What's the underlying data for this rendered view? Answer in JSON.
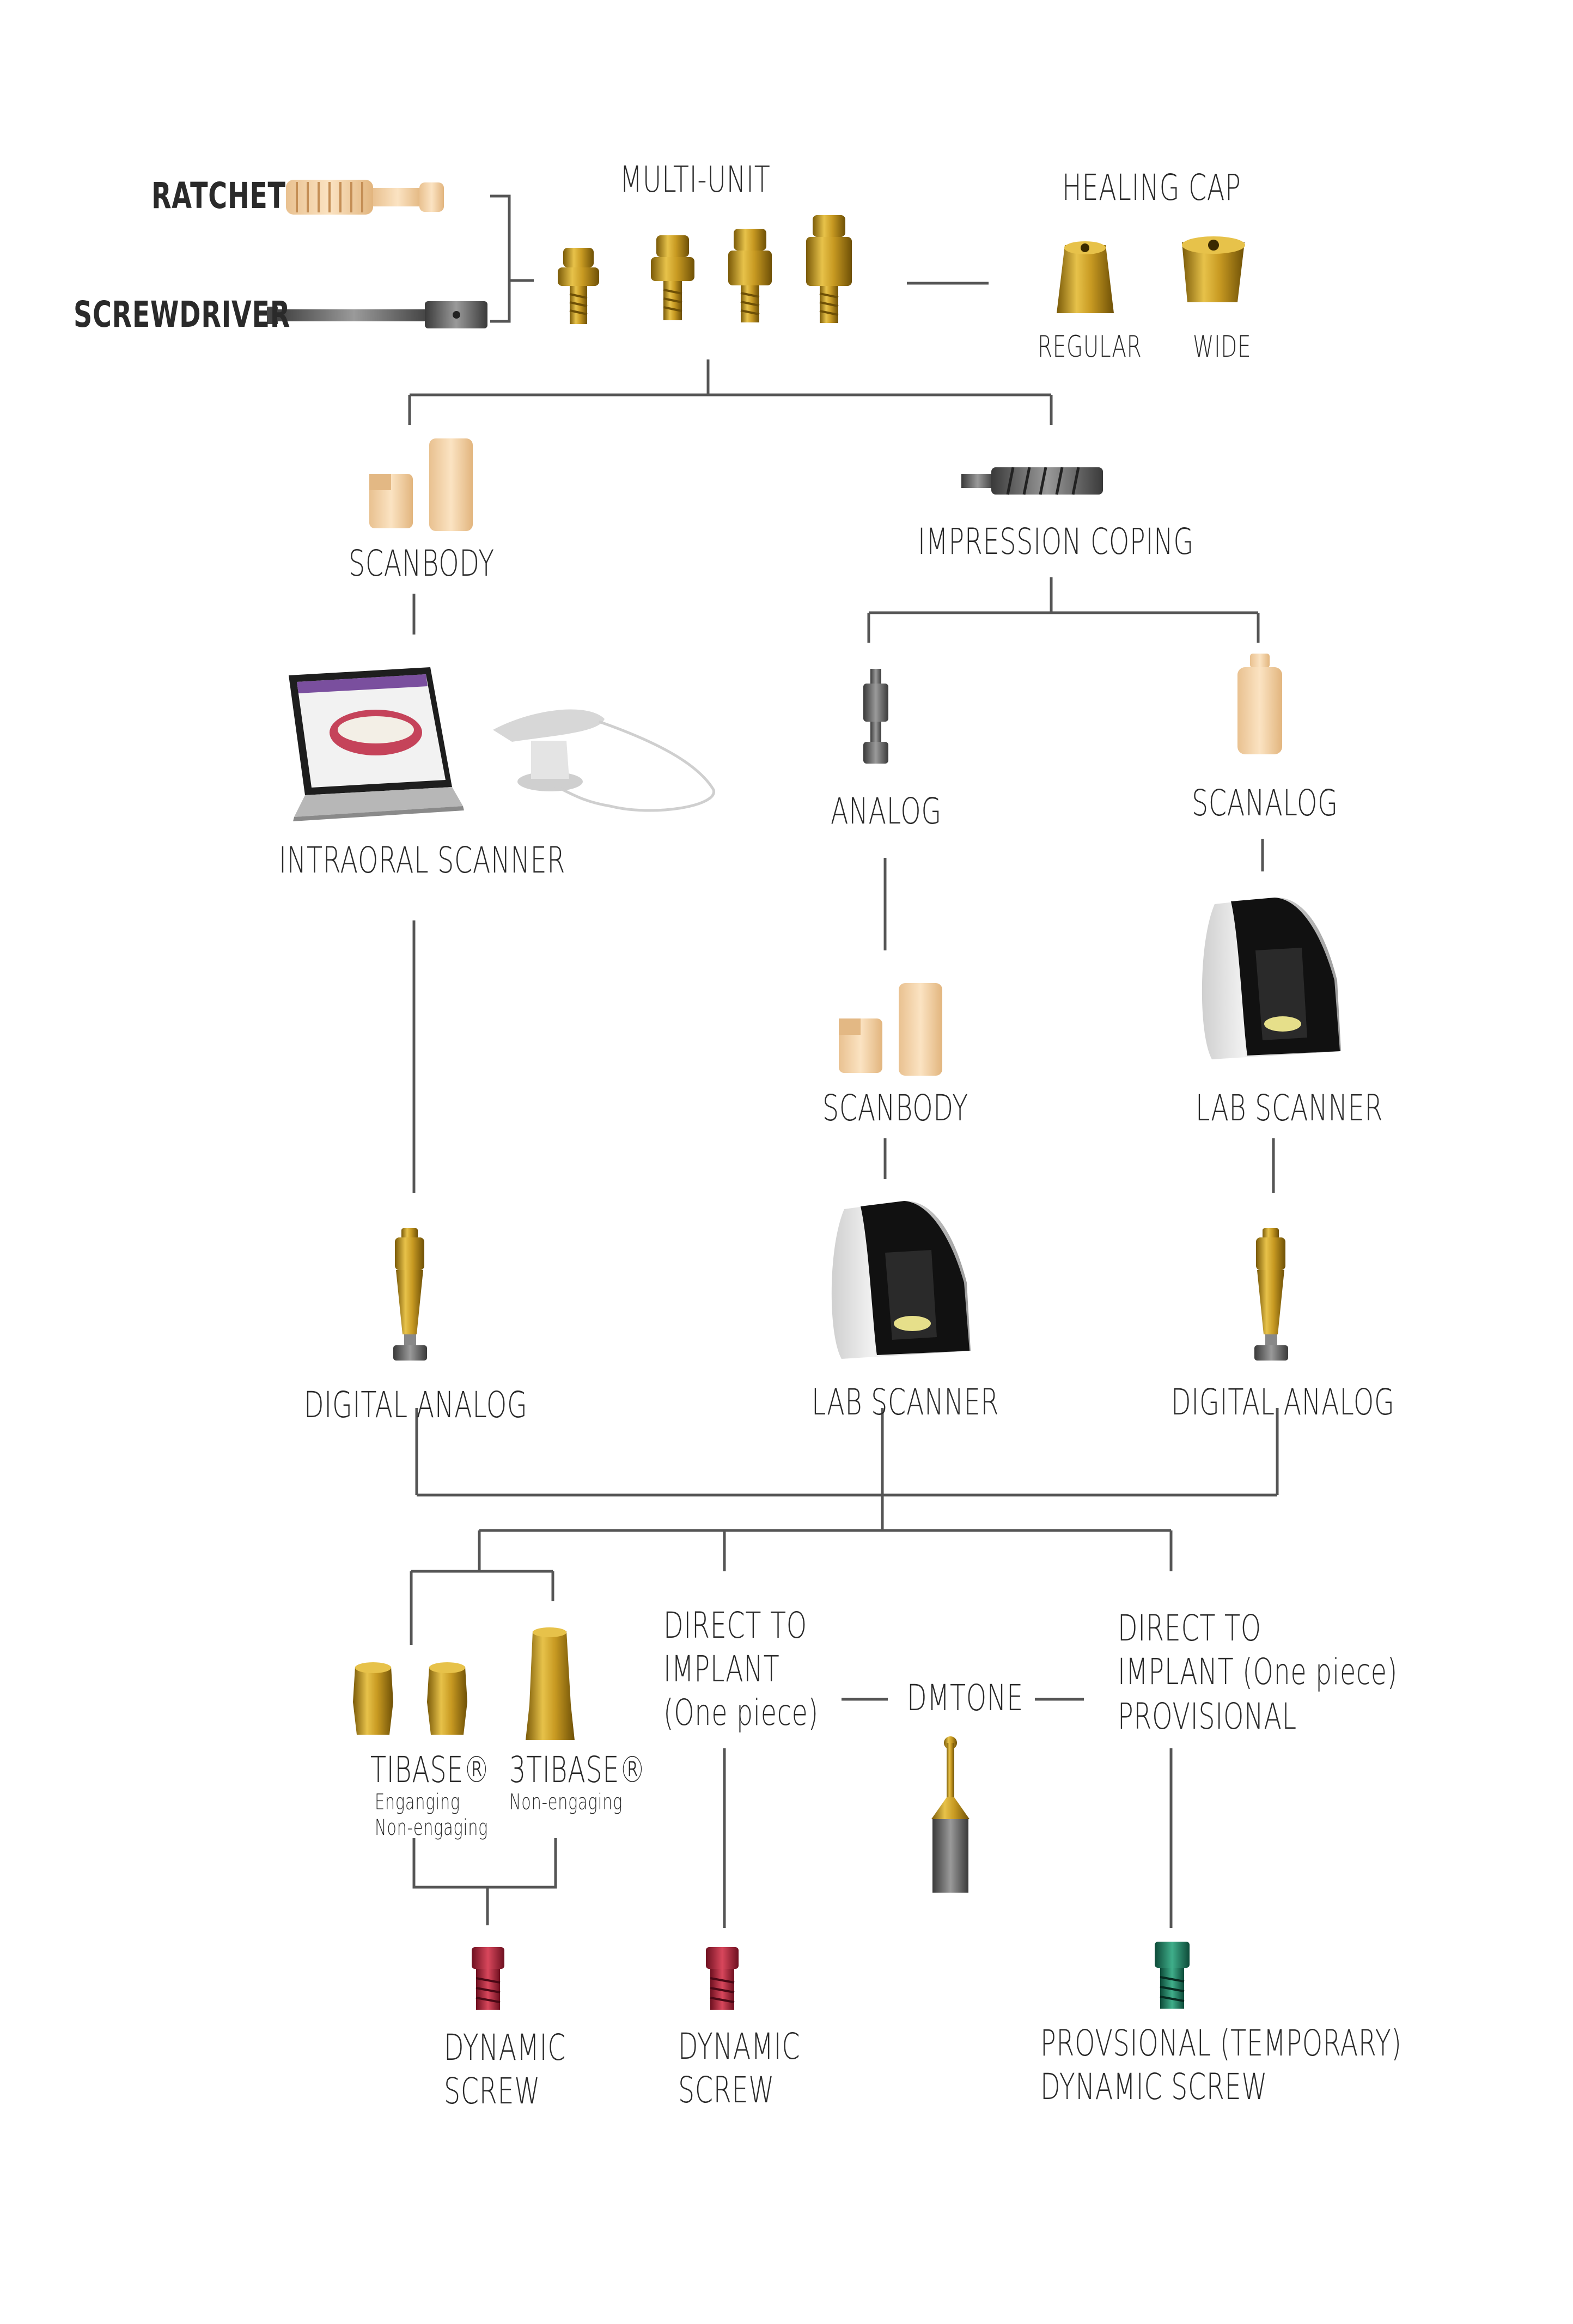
{
  "labels": {
    "ratchet": "RATCHET",
    "screwdriver": "SCREWDRIVER",
    "multi_unit": "MULTI-UNIT",
    "healing_cap": "HEALING CAP",
    "regular": "REGULAR",
    "wide": "WIDE",
    "scanbody_left": "SCANBODY",
    "impression_coping": "IMPRESSION COPING",
    "intraoral_scanner": "INTRAORAL SCANNER",
    "analog": "ANALOG",
    "scanalog": "SCANALOG",
    "scanbody_mid": "SCANBODY",
    "lab_scanner_right": "LAB SCANNER",
    "digital_analog_left": "DIGITAL ANALOG",
    "lab_scanner_mid": "LAB SCANNER",
    "digital_analog_right": "DIGITAL ANALOG",
    "tibase": "TIBASE®",
    "tibase_sub1": "Enganging",
    "tibase_sub2": "Non-engaging",
    "tibase3": "3TIBASE®",
    "tibase3_sub": "Non-engaging",
    "direct_line1": "DIRECT TO",
    "direct_line2": "IMPLANT",
    "direct_line3": "(One piece)",
    "dmtone": "DMTONE",
    "direct_prov_line1": "DIRECT TO",
    "direct_prov_line2": "IMPLANT (One piece)",
    "direct_prov_line3": "PROVISIONAL",
    "dyn1_line1": "DYNAMIC",
    "dyn1_line2": "SCREW",
    "dyn2_line1": "DYNAMIC",
    "dyn2_line2": "SCREW",
    "prov_line1": "PROVSIONAL (TEMPORARY)",
    "prov_line2": "DYNAMIC SCREW"
  },
  "colors": {
    "gold": "#c8a02a",
    "gold_dark": "#8a6a10",
    "peach": "#f3d3a8",
    "steel": "#6d6d6d",
    "red_screw": "#b0283c",
    "green_screw": "#1f7a60",
    "line": "#555555"
  }
}
